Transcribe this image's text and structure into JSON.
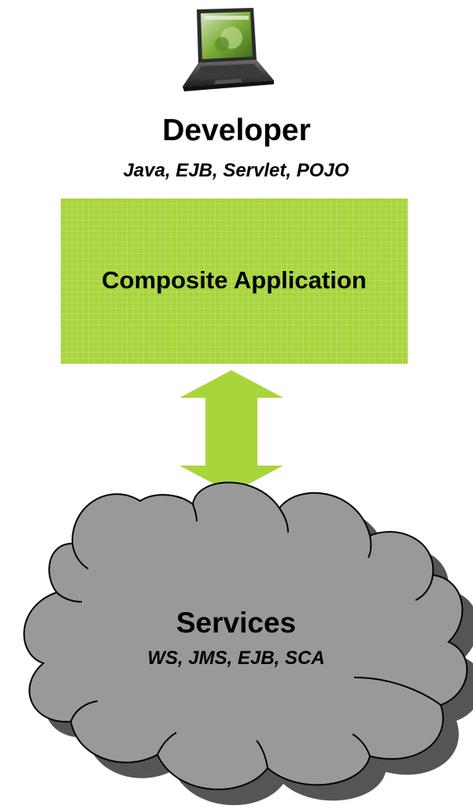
{
  "developer": {
    "title": "Developer",
    "technologies": "Java, EJB, Servlet, POJO",
    "icon": "laptop-icon"
  },
  "composite": {
    "label": "Composite Application",
    "color": "#a9d53c"
  },
  "connector": {
    "icon": "double-arrow-vertical-icon",
    "color": "#a9d53c"
  },
  "services": {
    "title": "Services",
    "technologies": "WS, JMS, EJB, SCA",
    "cloud_color": "#999999",
    "shadow_color": "#555555"
  }
}
